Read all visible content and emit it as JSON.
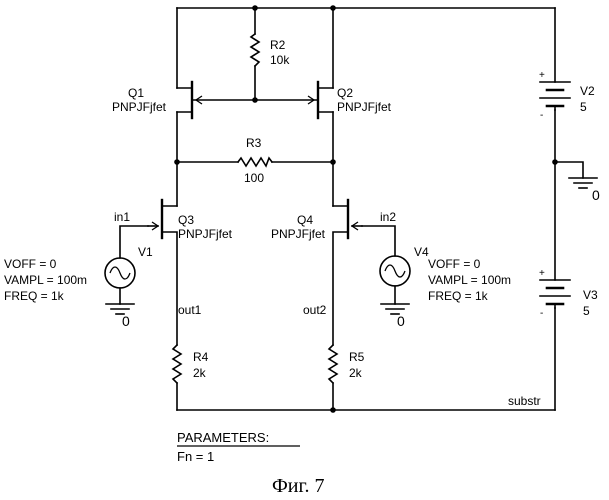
{
  "components": {
    "Q1": {
      "ref": "Q1",
      "model": "PNPJFjfet"
    },
    "Q2": {
      "ref": "Q2",
      "model": "PNPJFjfet"
    },
    "Q3": {
      "ref": "Q3",
      "model": "PNPJFjfet"
    },
    "Q4": {
      "ref": "Q4",
      "model": "PNPJFjfet"
    },
    "R2": {
      "ref": "R2",
      "value": "10k"
    },
    "R3": {
      "ref": "R3",
      "value": "100"
    },
    "R4": {
      "ref": "R4",
      "value": "2k"
    },
    "R5": {
      "ref": "R5",
      "value": "2k"
    },
    "V1": {
      "ref": "V1",
      "voff": "VOFF = 0",
      "vampl": "VAMPL = 100m",
      "freq": "FREQ = 1k"
    },
    "V4": {
      "ref": "V4",
      "voff": "VOFF = 0",
      "vampl": "VAMPL = 100m",
      "freq": "FREQ = 1k"
    },
    "V2": {
      "ref": "V2",
      "value": "5"
    },
    "V3": {
      "ref": "V3",
      "value": "5"
    }
  },
  "nets": {
    "in1": "in1",
    "in2": "in2",
    "out1": "out1",
    "out2": "out2",
    "substr": "substr"
  },
  "grounds": {
    "g1": "0",
    "g2": "0",
    "g3": "0"
  },
  "parameters": {
    "heading": "PARAMETERS:",
    "fn": "Fn = 1"
  },
  "polarity": {
    "plus": "+",
    "minus": "-"
  },
  "caption": "Фиг. 7"
}
